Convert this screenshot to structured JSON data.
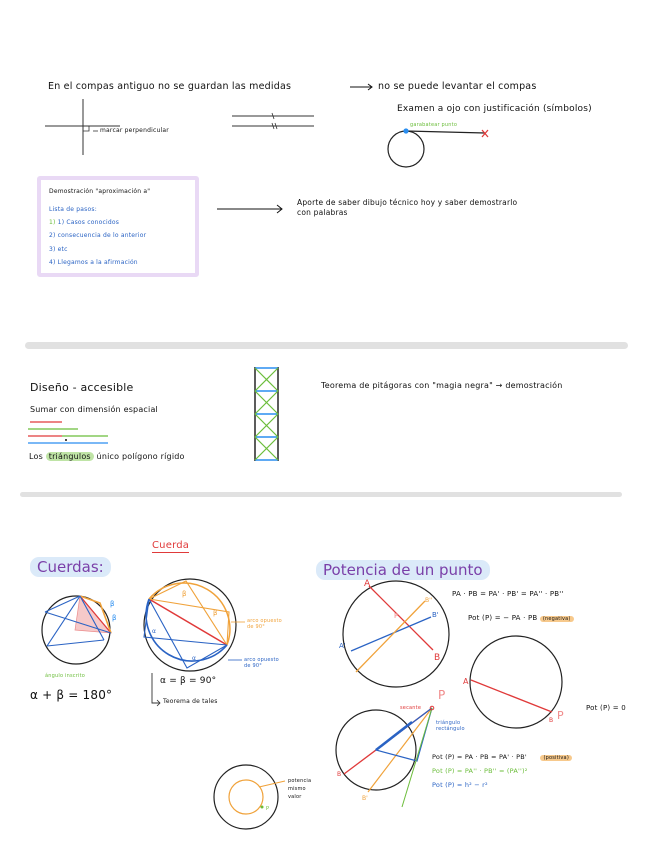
{
  "section1": {
    "title_line": "En el compas antiguo no se guardan las medidas",
    "title_arrow_note": "no se puede levantar el compas",
    "subnote": "Examen a ojo con justificación (símbolos)",
    "perpendicular_label": "marcar perpendicular",
    "tangent_label": "garabatear punto",
    "callout": {
      "title": "Demostración \"aproximación a\"",
      "subtitle": "Lista de pasos:",
      "items": [
        "1) Casos conocidos",
        "2) consecuencia de lo anterior",
        "3) etc",
        "4) Llegamos a la afirmación"
      ]
    },
    "callout_note_line1": "Aporte de saber dibujo técnico hoy y saber demostrarlo",
    "callout_note_line2": "con palabras"
  },
  "section2": {
    "title": "Diseño - accesible",
    "subtitle": "Sumar con dimensión espacial",
    "triangles_prefix": "Los",
    "triangles_highlight": "triángulos",
    "triangles_suffix": "único polígono rígido",
    "pythagoras_note": "Teorema de pitágoras con \"magia negra\" → demostración"
  },
  "section3": {
    "cuerdas_title": "Cuerdas:",
    "cuerda_title": "Cuerda",
    "inscribed_label": "ángulo inscrito",
    "alpha_beta_sum": "α + β = 180°",
    "arc_orange_label_1": "arco opuesto",
    "arc_orange_label_2": "de 90°",
    "arc_blue_label_1": "arco opuesto",
    "arc_blue_label_2": "de 90°",
    "right_angle_eq": "α = β = 90°",
    "thales_label": "Teorema de tales",
    "potencia_title": "Potencia de un punto",
    "eq1": "PA · PB = PA' · PB' = PA'' · PB''",
    "eq2": "Pot (P) = − PA · PB",
    "eq2_tag": "(negativa)",
    "eq3": "Pot (P) = 0",
    "eq4": "Pot (P) = PA · PB = PA' · PB'",
    "eq4_tag": "(positiva)",
    "eq5": "Pot (P) = PA'' · PB'' = (PA'')²",
    "eq6": "Pot (P) = h² − r²",
    "secante_label": "secante",
    "triangulo_label_1": "triángulo",
    "triangulo_label_2": "rectángulo",
    "same_value_1": "potencia",
    "same_value_2": "mismo",
    "same_value_3": "valor",
    "labels": {
      "A": "A",
      "B": "B",
      "A1": "A'",
      "B1": "B'",
      "A2": "A''",
      "B2": "B''",
      "P": "P",
      "beta": "β",
      "alpha": "α"
    }
  },
  "colors": {
    "red": "#e03a3a",
    "blue": "#2a63c4",
    "green": "#6bbd3a",
    "orange": "#f0a23a",
    "purple": "#7a3fa8",
    "lavender": "#e9d9f5",
    "divider": "#e1e1e1"
  }
}
